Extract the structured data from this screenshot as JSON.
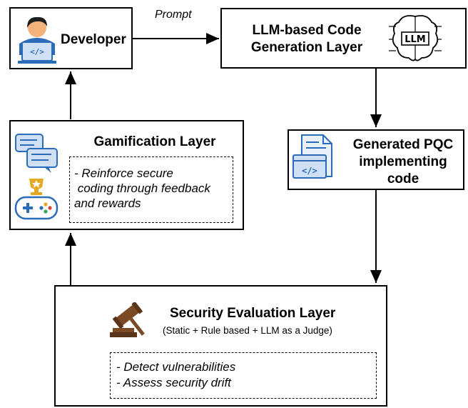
{
  "developer": {
    "label": "Developer",
    "icon": "developer-laptop-icon"
  },
  "edge_prompt": {
    "label": "Prompt"
  },
  "llm_layer": {
    "title_line1": "LLM-based Code",
    "title_line2": "Generation Layer",
    "icon": "llm-brain-chip-icon",
    "icon_text": "LLM"
  },
  "generated": {
    "line1": "Generated PQC",
    "line2": "implementing",
    "line3": "code",
    "icon": "code-document-icon"
  },
  "gamification": {
    "title": "Gamification Layer",
    "note_line1": "- Reinforce secure",
    "note_line2": " coding through feedback",
    "note_line3": "and rewards",
    "icons": [
      "chat-bubbles-icon",
      "trophy-gamepad-icon"
    ]
  },
  "security": {
    "title": "Security Evaluation Layer",
    "subtitle": "(Static + Rule based + LLM as a Judge)",
    "note_line1": "- Detect vulnerabilities",
    "note_line2": "- Assess security drift",
    "icon": "gavel-icon"
  },
  "colors": {
    "accent_blue": "#2b6cb8",
    "light_blue": "#cfe0f5",
    "gold": "#e5a823",
    "brown": "#7a4a26",
    "skin": "#f2b27a"
  }
}
